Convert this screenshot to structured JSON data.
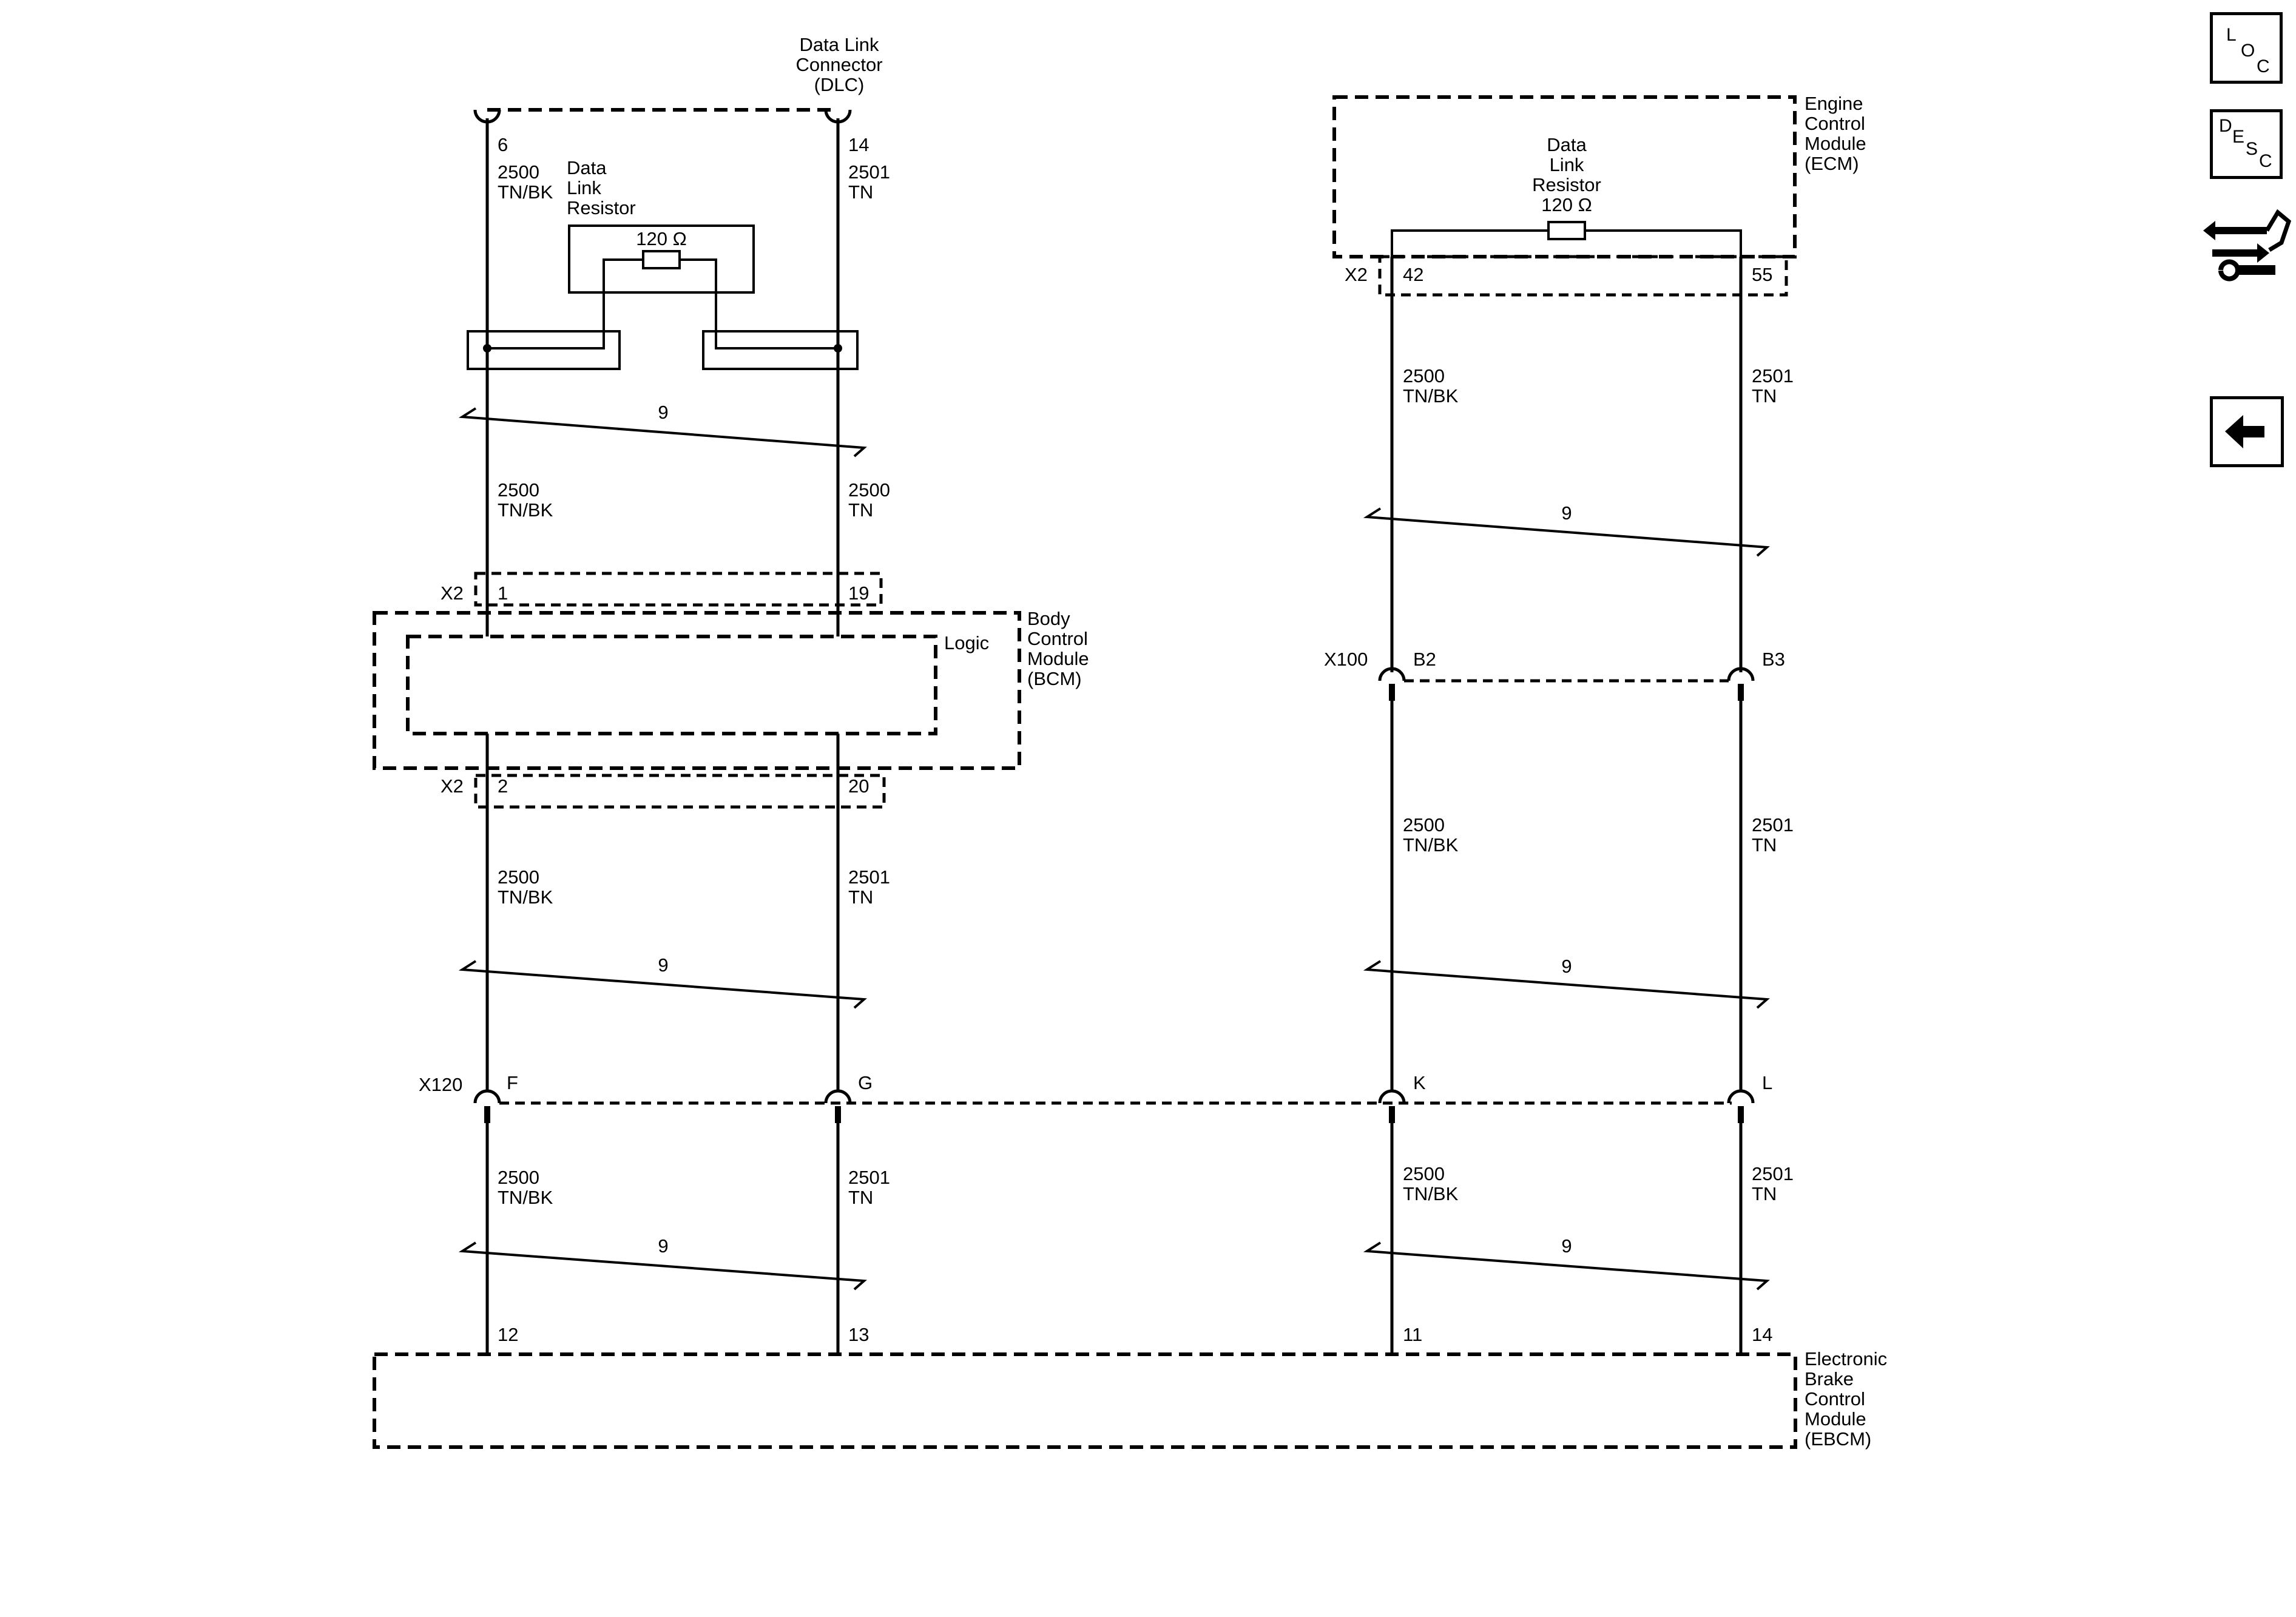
{
  "dlc": {
    "title_lines": [
      "Data Link",
      "Connector",
      "(DLC)"
    ],
    "pin_left": "6",
    "pin_right": "14",
    "wire_left": [
      "2500",
      "TN/BK"
    ],
    "wire_right": [
      "2501",
      "TN"
    ]
  },
  "dlc_resistor": {
    "title_lines": [
      "Data",
      "Link",
      "Resistor"
    ],
    "value": "120 Ω"
  },
  "twist_count": "9",
  "left_mid_wires": {
    "left": [
      "2500",
      "TN/BK"
    ],
    "right": [
      "2500",
      "TN"
    ]
  },
  "bcm": {
    "title_lines": [
      "Body",
      "Control",
      "Module",
      "(BCM)"
    ],
    "logic_label": "Logic",
    "top_connector": "X2",
    "top_pin_left": "1",
    "top_pin_right": "19",
    "bottom_connector": "X2",
    "bottom_pin_left": "2",
    "bottom_pin_right": "20"
  },
  "bcm_out_wires": {
    "left": [
      "2500",
      "TN/BK"
    ],
    "right": [
      "2501",
      "TN"
    ]
  },
  "x120": {
    "name": "X120",
    "pins": [
      "F",
      "G",
      "K",
      "L"
    ]
  },
  "x120_out_wires_left": {
    "left": [
      "2500",
      "TN/BK"
    ],
    "right": [
      "2501",
      "TN"
    ]
  },
  "x120_out_wires_right": {
    "left": [
      "2500",
      "TN/BK"
    ],
    "right": [
      "2501",
      "TN"
    ]
  },
  "ebcm": {
    "title_lines": [
      "Electronic",
      "Brake",
      "Control",
      "Module",
      "(EBCM)"
    ],
    "pins": [
      "12",
      "13",
      "11",
      "14"
    ]
  },
  "ecm": {
    "title_lines": [
      "Engine",
      "Control",
      "Module",
      "(ECM)"
    ],
    "resistor_title_lines": [
      "Data",
      "Link",
      "Resistor"
    ],
    "resistor_value": "120 Ω",
    "connector": "X2",
    "pin_left": "42",
    "pin_right": "55",
    "wire_left": [
      "2500",
      "TN/BK"
    ],
    "wire_right": [
      "2501",
      "TN"
    ]
  },
  "x100": {
    "name": "X100",
    "pin_left": "B2",
    "pin_right": "B3",
    "wire_left": [
      "2500",
      "TN/BK"
    ],
    "wire_right": [
      "2501",
      "TN"
    ]
  },
  "nav": {
    "loc": [
      "L",
      "O",
      "C"
    ],
    "desc": [
      "D",
      "E",
      "S",
      "C"
    ],
    "icons": [
      "connector-repair-icon",
      "back-arrow-icon"
    ]
  }
}
